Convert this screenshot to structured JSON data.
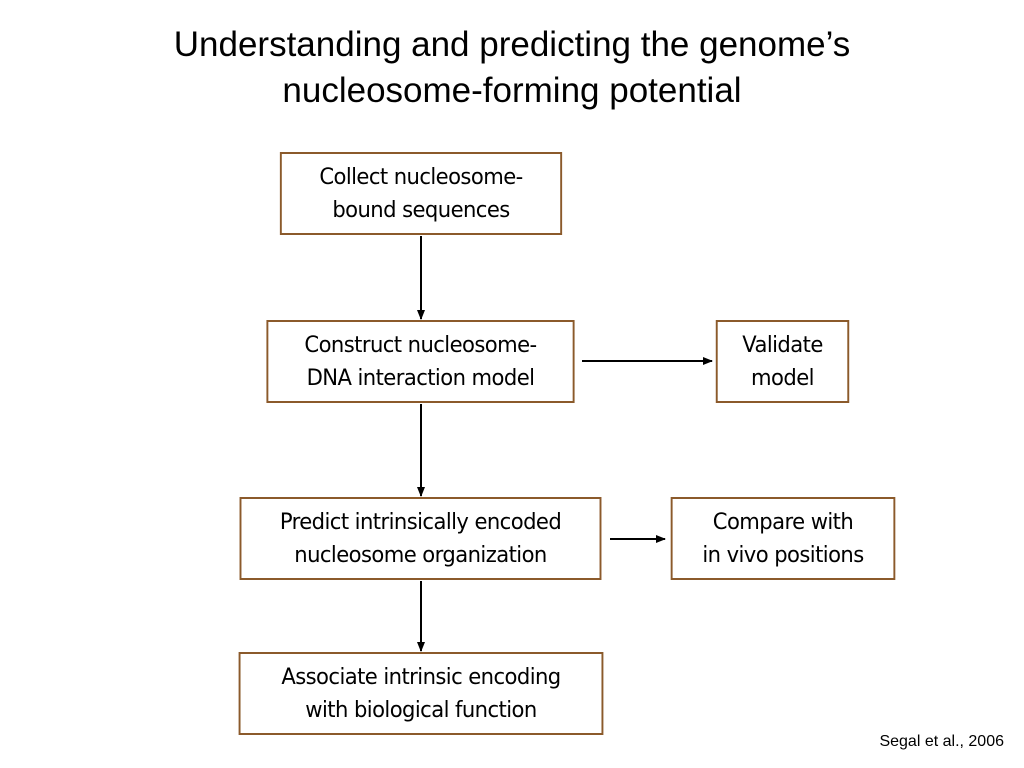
{
  "title": {
    "line1": "Understanding and predicting the genome’s",
    "line2": "nucleosome-forming potential"
  },
  "steps": {
    "collect": {
      "line1": "Collect nucleosome-",
      "line2": "bound sequences"
    },
    "construct": {
      "line1": "Construct nucleosome-",
      "line2": "DNA interaction model"
    },
    "validate": {
      "line1": "Validate",
      "line2": "model"
    },
    "predict": {
      "line1": "Predict intrinsically encoded",
      "line2": "nucleosome organization"
    },
    "compare": {
      "line1": "Compare with",
      "line2": "in vivo positions"
    },
    "associate": {
      "line1": "Associate intrinsic encoding",
      "line2": "with biological function"
    }
  },
  "citation": "Segal et al., 2006",
  "colors": {
    "box_border": "#8b5a2b",
    "arrow": "#000000"
  }
}
